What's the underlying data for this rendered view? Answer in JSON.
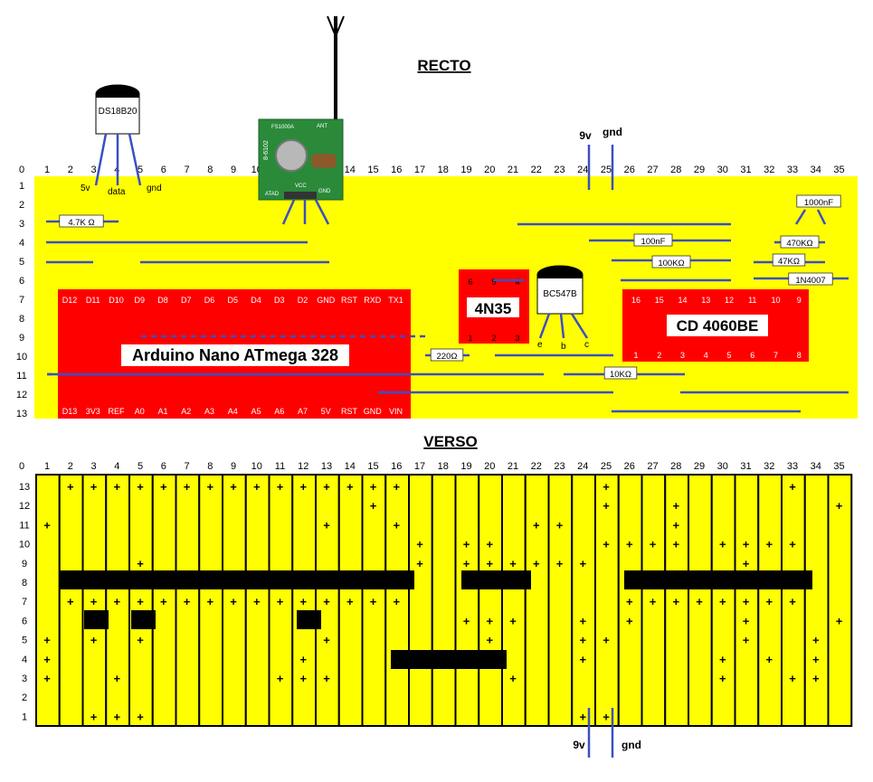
{
  "recto": {
    "title": "RECTO",
    "columns": [
      "0",
      "1",
      "2",
      "3",
      "4",
      "5",
      "6",
      "7",
      "8",
      "9",
      "10",
      "11",
      "12",
      "13",
      "14",
      "15",
      "16",
      "17",
      "18",
      "19",
      "20",
      "21",
      "22",
      "23",
      "24",
      "25",
      "26",
      "27",
      "28",
      "29",
      "30",
      "31",
      "32",
      "33",
      "34",
      "35"
    ],
    "rows": [
      "1",
      "2",
      "3",
      "4",
      "5",
      "6",
      "7",
      "8",
      "9",
      "10",
      "11",
      "12",
      "13"
    ],
    "power_labels": {
      "vcc": "9v",
      "gnd": "gnd"
    },
    "sensor": {
      "name": "DS18B20",
      "pins": [
        "5v",
        "data",
        "gnd"
      ]
    },
    "rf_module": {
      "markings": [
        "FS1000A",
        "ANT",
        "VCC",
        "GND",
        "ATAD",
        "8-6102"
      ]
    },
    "arduino": {
      "name": "Arduino Nano ATmega 328",
      "top_pins": [
        "D12",
        "D11",
        "D10",
        "D9",
        "D8",
        "D7",
        "D6",
        "D5",
        "D4",
        "D3",
        "D2",
        "GND",
        "RST",
        "RXD",
        "TX1"
      ],
      "bottom_pins": [
        "D13",
        "3V3",
        "REF",
        "A0",
        "A1",
        "A2",
        "A3",
        "A4",
        "A5",
        "A6",
        "A7",
        "5V",
        "RST",
        "GND",
        "VIN"
      ]
    },
    "optocoupler": {
      "name": "4N35",
      "top_pins": [
        "6",
        "5",
        "4"
      ],
      "bottom_pins": [
        "1",
        "2",
        "3"
      ]
    },
    "transistor": {
      "name": "BC547B",
      "pins": [
        "e",
        "b",
        "c"
      ]
    },
    "counter_ic": {
      "name": "CD 4060BE",
      "top_pins": [
        "16",
        "15",
        "14",
        "13",
        "12",
        "11",
        "10",
        "9"
      ],
      "bottom_pins": [
        "1",
        "2",
        "3",
        "4",
        "5",
        "6",
        "7",
        "8"
      ]
    },
    "components": [
      "4.7K Ω",
      "1000nF",
      "100nF",
      "470KΩ",
      "100KΩ",
      "47KΩ",
      "1N4007",
      "220Ω",
      "10KΩ"
    ]
  },
  "verso": {
    "title": "VERSO",
    "columns": [
      "0",
      "1",
      "2",
      "3",
      "4",
      "5",
      "6",
      "7",
      "8",
      "9",
      "10",
      "11",
      "12",
      "13",
      "14",
      "15",
      "16",
      "17",
      "18",
      "19",
      "20",
      "21",
      "22",
      "23",
      "24",
      "25",
      "26",
      "27",
      "28",
      "29",
      "30",
      "31",
      "32",
      "33",
      "34",
      "35"
    ],
    "rows": [
      "13",
      "12",
      "11",
      "10",
      "9",
      "8",
      "7",
      "6",
      "5",
      "4",
      "3",
      "2",
      "1"
    ],
    "power_labels": {
      "vcc": "9v",
      "gnd": "gnd"
    }
  },
  "colors": {
    "board": "#ffff00",
    "component": "#ff0000",
    "wire": "#3b4fc4",
    "strip_outline": "#000000"
  }
}
